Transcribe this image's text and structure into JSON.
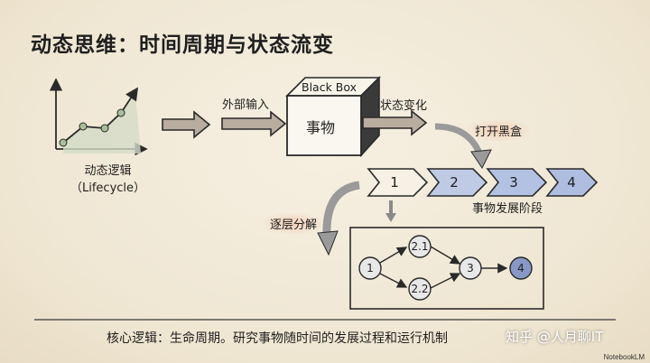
{
  "title": "动态思维：时间周期与状态流变",
  "lifecycle": {
    "line1": "动态逻辑",
    "line2": "（Lifecycle）"
  },
  "input_label": "外部输入",
  "blackbox": {
    "label": "Black Box",
    "content": "事物"
  },
  "state_change_label": "状态变化",
  "open_box_label": "打开黑盒",
  "stages": [
    "1",
    "2",
    "3",
    "4"
  ],
  "stages_label": "事物发展阶段",
  "decompose_label": "逐层分解",
  "sub_nodes": [
    "1",
    "2.1",
    "2.2",
    "3",
    "4"
  ],
  "core_logic": "核心逻辑：生命周期。研究事物随时间的发展过程和运行机制",
  "watermark": "知乎 @人月聊IT",
  "brand": "NotebookLM",
  "colors": {
    "accent_orange": "#f3cfb7",
    "stage_blue": "#b9c8e6",
    "node_blue": "#8797c6",
    "box_border": "#2a2a2a"
  }
}
